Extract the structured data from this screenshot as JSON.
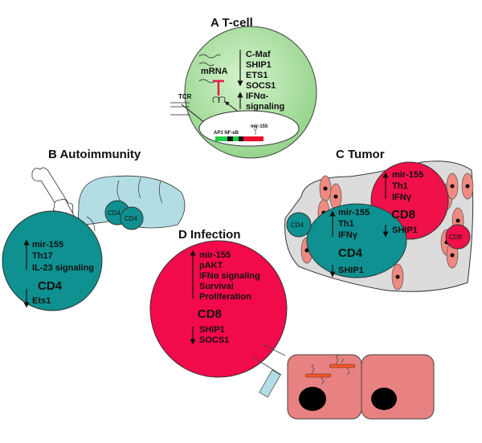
{
  "panel_a": {
    "title": "A  T-cell",
    "down_list": [
      "C-Maf",
      "SHIP1",
      "ETS1",
      "SOCS1"
    ],
    "up_list": [
      "IFNα-",
      "signaling"
    ],
    "mrna_label": "mRNA",
    "tcr_label": "TCR",
    "promoter_label": "AP1 NF-κB",
    "gene_label": "mir-155",
    "colors": {
      "cell": "#a9dca2",
      "inhibit": "#e8194a",
      "promoter": "#22cc44",
      "gene": "#e8102a"
    }
  },
  "panel_b": {
    "title": "B  Autoimmunity",
    "up_list": [
      "mir-155",
      "Th17",
      "IL-23 signaling"
    ],
    "cell_label": "CD4",
    "down_list": [
      "Ets1"
    ],
    "brain_cells": [
      "CD4",
      "CD4"
    ],
    "colors": {
      "cell": "#0e9190",
      "brain": "#b2dde4"
    }
  },
  "panel_c": {
    "title": "C  Tumor",
    "cd8": {
      "up_list": [
        "mir-155",
        "Th1",
        "IFNγ"
      ],
      "label": "CD8",
      "down_list": [
        "SHIP1"
      ]
    },
    "cd4": {
      "up_list": [
        "mir-155",
        "Th1",
        "IFNγ"
      ],
      "label": "CD4",
      "down_list": [
        "SHIP1"
      ]
    },
    "small_cells": [
      "CD4",
      "CD8"
    ],
    "colors": {
      "tumor": "#dcdcdc",
      "cd8": "#f0104a",
      "cd4": "#0e9190",
      "tumor_cell": "#f08a80"
    }
  },
  "panel_d": {
    "title": "D  Infection",
    "up_list": [
      "mir-155",
      "pAKT",
      "IFNα signaling",
      "Survival",
      "Proliferation"
    ],
    "cell_label": "CD8",
    "down_list": [
      "SHIP1",
      "SOCS1"
    ],
    "colors": {
      "cell": "#f20a4a",
      "target": "#e88282",
      "virus": "#ff5522"
    }
  }
}
